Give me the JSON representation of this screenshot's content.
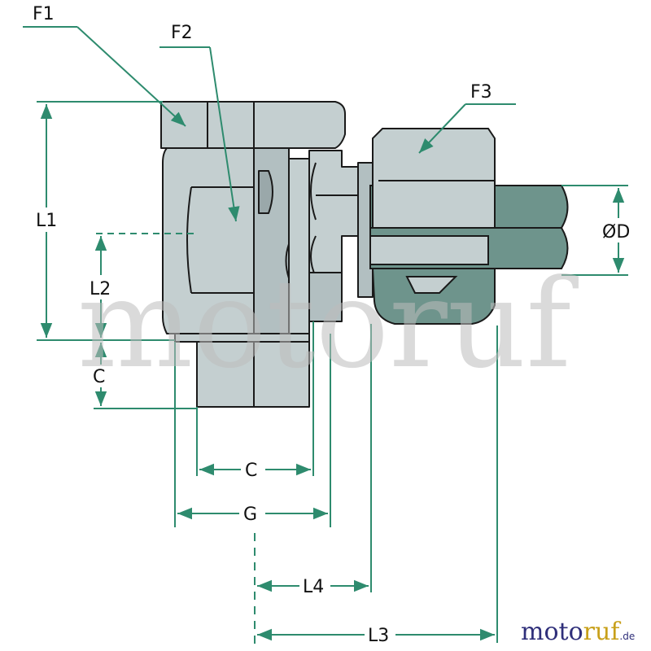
{
  "labels": {
    "f1": "F1",
    "f2": "F2",
    "f3": "F3",
    "od": "ØD",
    "l1": "L1",
    "l2": "L2",
    "c_vertical": "C",
    "c_horizontal": "C",
    "g": "G",
    "l4": "L4",
    "l3": "L3"
  },
  "watermark": "motoruf",
  "logo": {
    "part1": "moto",
    "part2": "ruf",
    "suffix": ".de"
  },
  "colors": {
    "dimension_line": "#2e8b6e",
    "metal": "#c4cfd0",
    "metal_dark": "#9aa8aa",
    "outline": "#1a1a1a",
    "tube": "#6e948c"
  }
}
